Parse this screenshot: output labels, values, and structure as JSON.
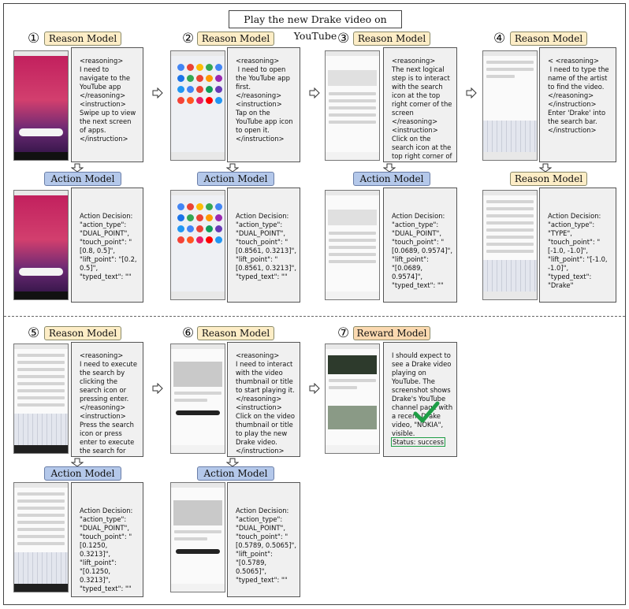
{
  "title": "Play the new Drake video on YouTube",
  "labels": {
    "reason": "Reason Model",
    "action": "Action Model",
    "reward": "Reward Model"
  },
  "nums": [
    "①",
    "②",
    "③",
    "④",
    "⑤",
    "⑥",
    "⑦"
  ],
  "steps": {
    "s1_reason": "<reasoning>\nI need to navigate to the YouTube app\n</reasoning>\n<instruction>\nSwipe up to view the next screen of apps.\n</instruction>",
    "s1_action": "Action Decision:\n\"action_type\":\n\"DUAL_POINT\",\n\"touch_point\": \"[0.8, 0.5]\", \"lift_point\": \"[0.2, 0.5]\", \"typed_text\": \"\"",
    "s2_reason": "<reasoning>\n I need to open the YouTube app first.\n</reasoning>\n<instruction>\nTap on the YouTube app icon to open it.\n</instruction>",
    "s2_action": "Action Decision:\n\"action_type\":\n\"DUAL_POINT\",\n\"touch_point\": \"[0.8561, 0.3213]\", \"lift_point\": \"[0.8561, 0.3213]\",\n\"typed_text\": \"\"",
    "s3_reason": "<reasoning>\nThe next logical step is to interact with the search icon at the top right corner of the screen\n</reasoning>\n<instruction>\nClick on the search icon at the top right corner of the screen.\n</instruction>",
    "s3_action": "Action Decision:\n\"action_type\":\n\"DUAL_POINT\",\n\"touch_point\": \"[0.0689, 0.9574]\", \"lift_point\":\n\"[0.0689, 0.9574]\",\n\"typed_text\": \"\"",
    "s4_reason": "< <reasoning>\n I need to type the name of the artist to find the video.\n</reasoning>\n</instruction>\nEnter 'Drake' into the search bar.\n</instruction>",
    "s4_action": "Action Decision:\n\"action_type\": \"TYPE\",\n\"touch_point\": \"[-1.0, -1.0]\", \"lift_point\": \"[-1.0, -1.0]\", \"typed_text\":\n\"Drake\"",
    "s5_reason": "<reasoning>\nI need to execute the search by clicking the search icon or pressing enter.\n</reasoning>\n<instruction>\nPress the search icon or press enter to execute the search for 'Drake'.\n</instruction>",
    "s5_action": "Action Decision:\n\"action_type\":\n\"DUAL_POINT\",\n\"touch_point\": \"[0.1250, 0.3213]\", \"lift_point\":\n\"[0.1250, 0.3213]\",\n\"typed_text\": \"\"",
    "s6_reason": "<reasoning>\nI need to interact with the video thumbnail or title to start playing it.\n</reasoning>\n<instruction>\nClick on the video thumbnail or title to play the new Drake video.\n</instruction>",
    "s6_action": "Action Decision:\n\"action_type\":\n\"DUAL_POINT\",\n\"touch_point\": \"[0.5789, 0.5065]\", \"lift_point\":\n\"[0.5789, 0.5065]\",\n\"typed_text\": \"\"",
    "s7_reward": "I should expect to see a Drake video playing on YouTube. The screenshot shows Drake's YouTube channel page with a recent Drake video, \"NOKIA\", visible.",
    "s7_status": "Status: success"
  },
  "colors": {
    "reason_tag": "#fdedc6",
    "action_tag": "#b4c8ea",
    "reward_tag": "#fbd9b0",
    "check": "#1e9e46"
  },
  "icons": [
    "right-arrow-icon",
    "down-arrow-icon",
    "checkmark-icon"
  ]
}
